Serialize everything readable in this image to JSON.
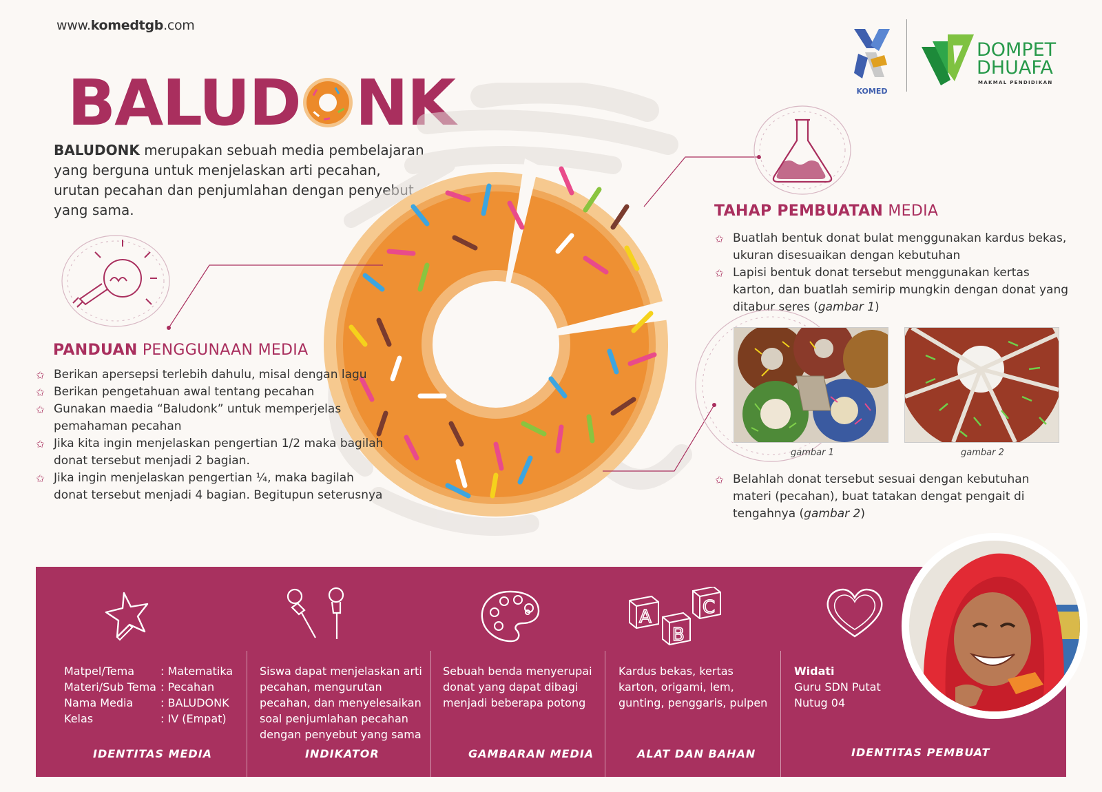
{
  "header": {
    "site_prefix": "www.",
    "site_brand": "komedtgb",
    "site_suffix": ".com",
    "logo_komed_text": "KOMED",
    "logo_dd_line1": "DOMPET",
    "logo_dd_line2": "DHUAFA",
    "logo_dd_sub": "MAKMAL PENDIDIKAN"
  },
  "title": {
    "left": "BALUD",
    "right": "NK"
  },
  "intro": {
    "bold": "BALUDONK",
    "text": " merupakan sebuah media pembelajaran yang berguna untuk menjelaskan arti pecahan, urutan pecahan dan penjumlahan dengan penyebut yang sama."
  },
  "panduan": {
    "heading_bold": "PANDUAN",
    "heading_rest": " PENGGUNAAN MEDIA",
    "items": [
      "Berikan apersepsi terlebih dahulu, misal dengan lagu",
      "Berikan pengetahuan awal tentang pecahan",
      "Gunakan maedia “Baludonk” untuk memperjelas pemahaman pecahan",
      "Jika kita ingin menjelaskan pengertian 1/2 maka bagilah donat tersebut menjadi 2 bagian.",
      "Jika ingin menjelaskan pengertian ¼, maka bagilah donat tersebut menjadi 4 bagian. Begitupun seterusnya"
    ]
  },
  "tahap": {
    "heading_bold": "TAHAP PEMBUATAN",
    "heading_rest": " MEDIA",
    "item1": "Buatlah bentuk donat bulat menggunakan kardus bekas, ukuran disesuaikan dengan kebutuhan",
    "item2_text": "Lapisi bentuk donat tersebut menggunakan kertas karton, dan buatlah semirip mungkin dengan donat yang ditabur seres (",
    "item2_ref": "gambar 1",
    "item2_end": ")",
    "item3_text": "Belahlah donat tersebut sesuai dengan kebutuhan materi (pecahan), buat tatakan dengat pengait di tengahnya (",
    "item3_ref": "gambar 2",
    "item3_end": ")",
    "caption1": "gambar 1",
    "caption2": "gambar 2"
  },
  "band": {
    "identitas": {
      "rows": [
        {
          "k": "Matpel/Tema",
          "v": ": Matematika"
        },
        {
          "k": "Materi/Sub Tema",
          "v": ": Pecahan"
        },
        {
          "k": "Nama Media",
          "v": ": BALUDONK"
        },
        {
          "k": "Kelas",
          "v": ": IV (Empat)"
        }
      ],
      "label": "IDENTITAS MEDIA"
    },
    "indikator": {
      "text": "Siswa dapat menjelaskan arti pecahan, mengurutan pecahan, dan menyelesaikan soal penjumlahan pecahan dengan penyebut yang sama",
      "label": "INDIKATOR"
    },
    "gambaran": {
      "text": "Sebuah benda menyerupai donat yang dapat dibagi menjadi beberapa potong",
      "label": "GAMBARAN MEDIA"
    },
    "alat": {
      "text": "Kardus bekas, kertas karton, origami, lem, gunting, penggaris, pulpen",
      "label": "ALAT DAN BAHAN"
    },
    "pembuat": {
      "name": "Widati",
      "line2": "Guru SDN Putat",
      "line3": "Nutug 04",
      "label": "IDENTITAS PEMBUAT"
    }
  },
  "colors": {
    "accent": "#a92f5e",
    "donut": "#ec8a2a",
    "band": "#a8315f"
  }
}
